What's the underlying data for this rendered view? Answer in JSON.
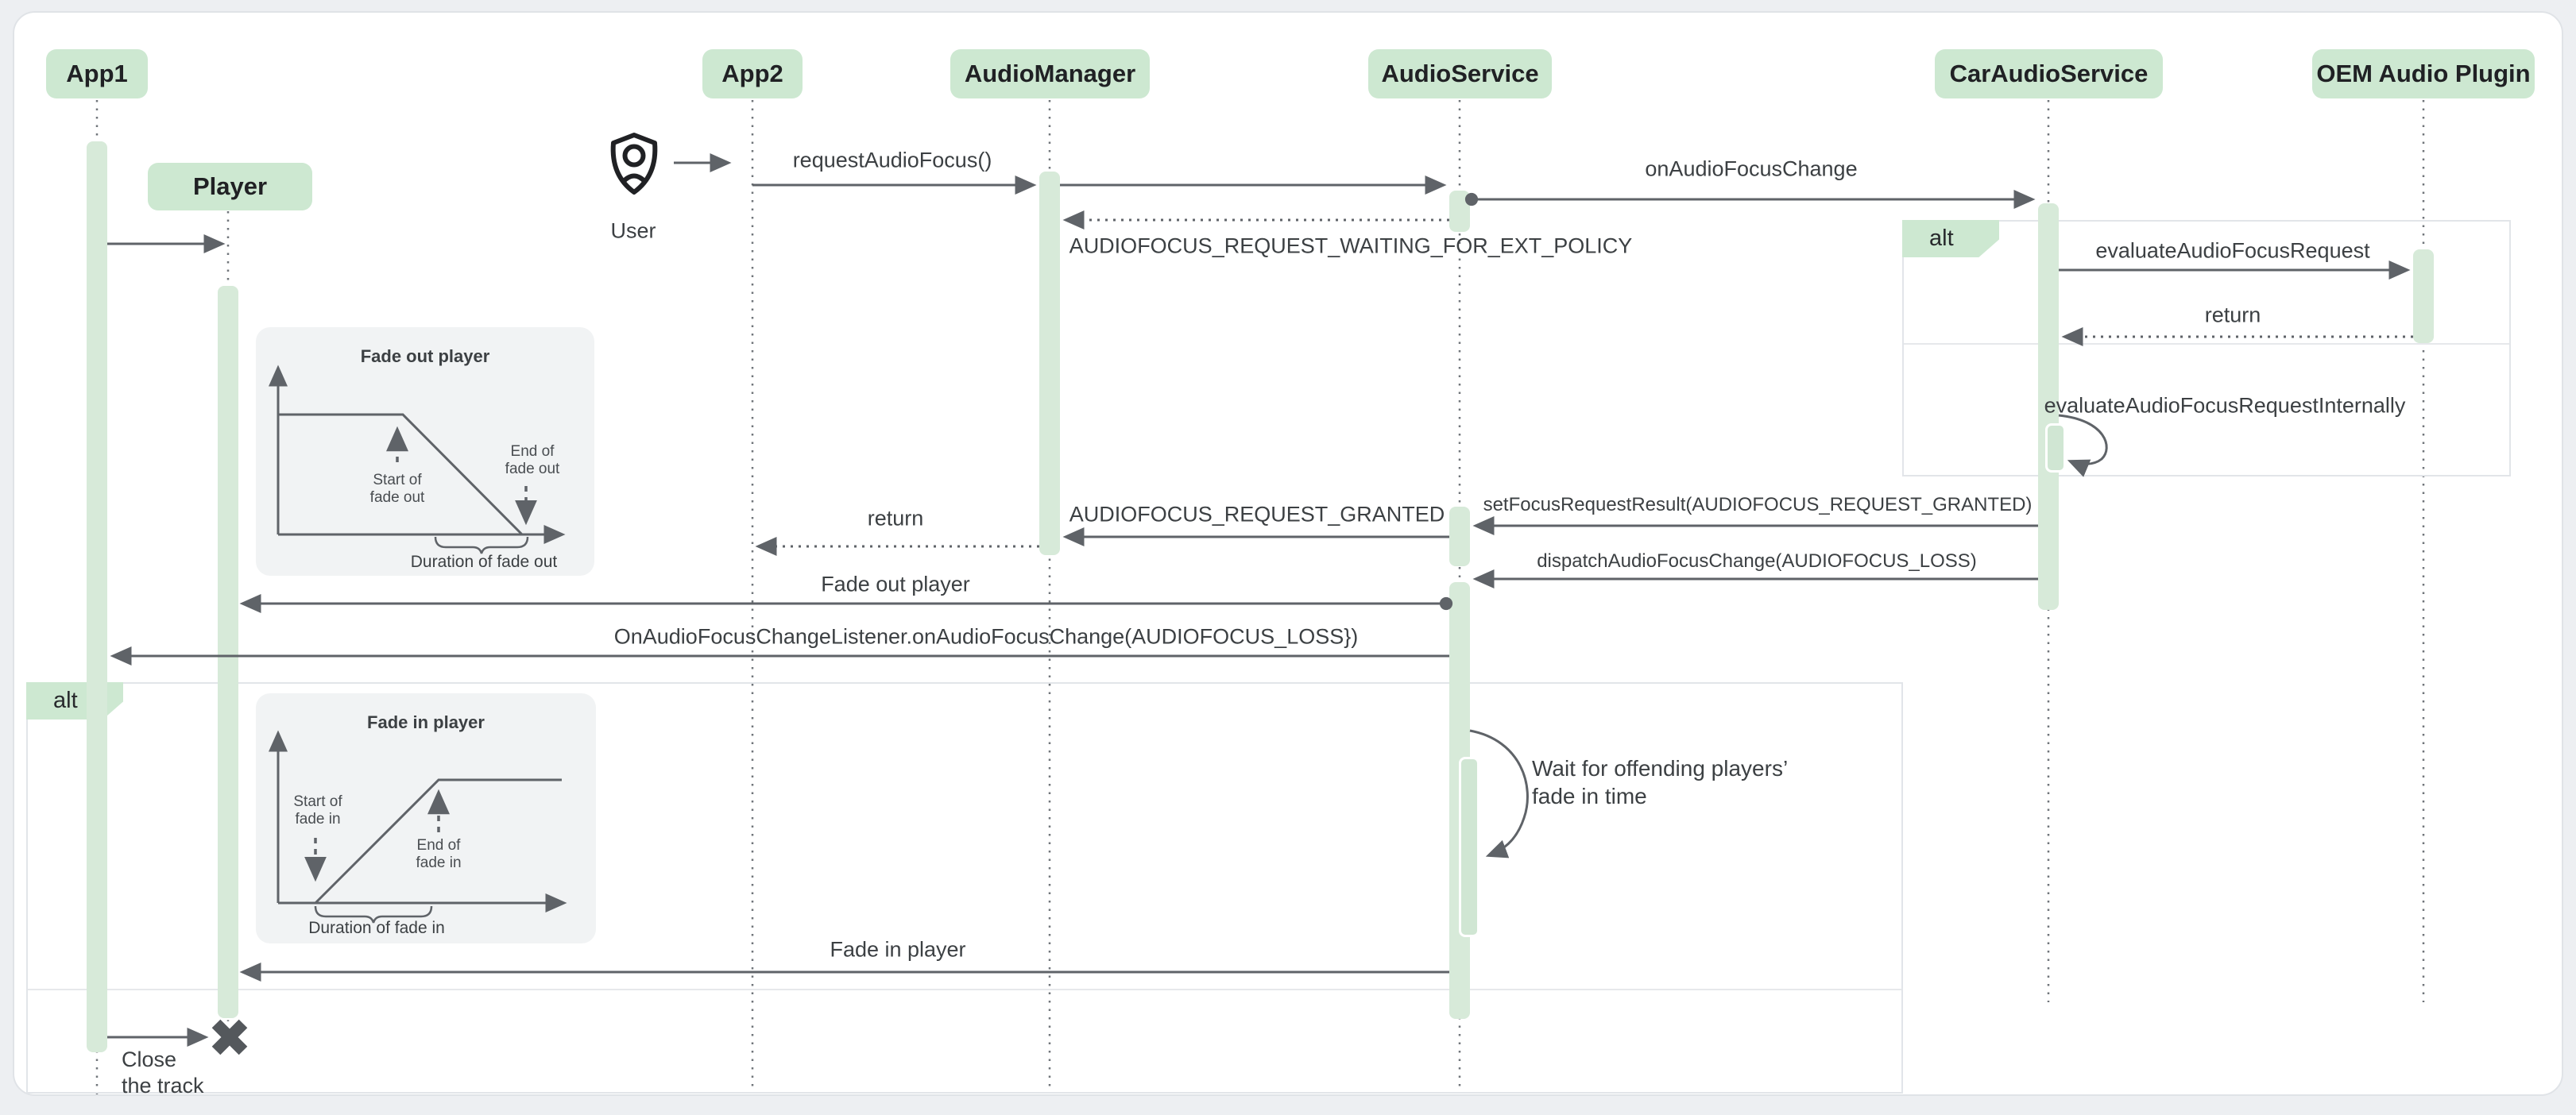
{
  "colors": {
    "participant_fill": "#cde8d1",
    "activation_fill": "#d7ead9",
    "arrow": "#5f6368",
    "text": "#3c4043",
    "inset_bg": "#f1f3f4",
    "card_bg": "#ffffff",
    "page_bg": "#edeff2"
  },
  "participants": [
    {
      "label": "App1"
    },
    {
      "label": "App2"
    },
    {
      "label": "AudioManager"
    },
    {
      "label": "AudioService"
    },
    {
      "label": "CarAudioService"
    },
    {
      "label": "OEM Audio Plugin"
    }
  ],
  "objects": {
    "player": "Player",
    "user": "User"
  },
  "frames": {
    "alt_top": "alt",
    "alt_bottom": "alt"
  },
  "messages": {
    "request_audio_focus": "requestAudioFocus()",
    "on_audio_focus_change": "onAudioFocusChange",
    "audiofocus_request_waiting": "AUDIOFOCUS_REQUEST_WAITING_FOR_EXT_POLICY",
    "evaluate_audio_focus_request": "evaluateAudioFocusRequest",
    "evaluate_return": "return",
    "evaluate_audio_focus_request_internally": "evaluateAudioFocusRequestInternally",
    "set_focus_request_result": "setFocusRequestResult(AUDIOFOCUS_REQUEST_GRANTED)",
    "audiofocus_request_granted": "AUDIOFOCUS_REQUEST_GRANTED",
    "granted_return": "return",
    "dispatch_audio_focus_change": "dispatchAudioFocusChange(AUDIOFOCUS_LOSS)",
    "fade_out_player": "Fade out player",
    "on_audio_focus_change_listener": "OnAudioFocusChangeListener.onAudioFocusChange(AUDIOFOCUS_LOSS})",
    "wait_line1": "Wait for offending players’",
    "wait_line2": "fade in time",
    "fade_in_player": "Fade in player",
    "close_line1": "Close",
    "close_line2": "the track"
  },
  "insets": {
    "fade_out": {
      "title": "Fade out player",
      "start_line1": "Start of",
      "start_line2": "fade out",
      "end_line1": "End of",
      "end_line2": "fade out",
      "duration": "Duration of fade out"
    },
    "fade_in": {
      "title": "Fade in player",
      "start_line1": "Start of",
      "start_line2": "fade in",
      "end_line1": "End of",
      "end_line2": "fade in",
      "duration": "Duration of fade in"
    }
  }
}
